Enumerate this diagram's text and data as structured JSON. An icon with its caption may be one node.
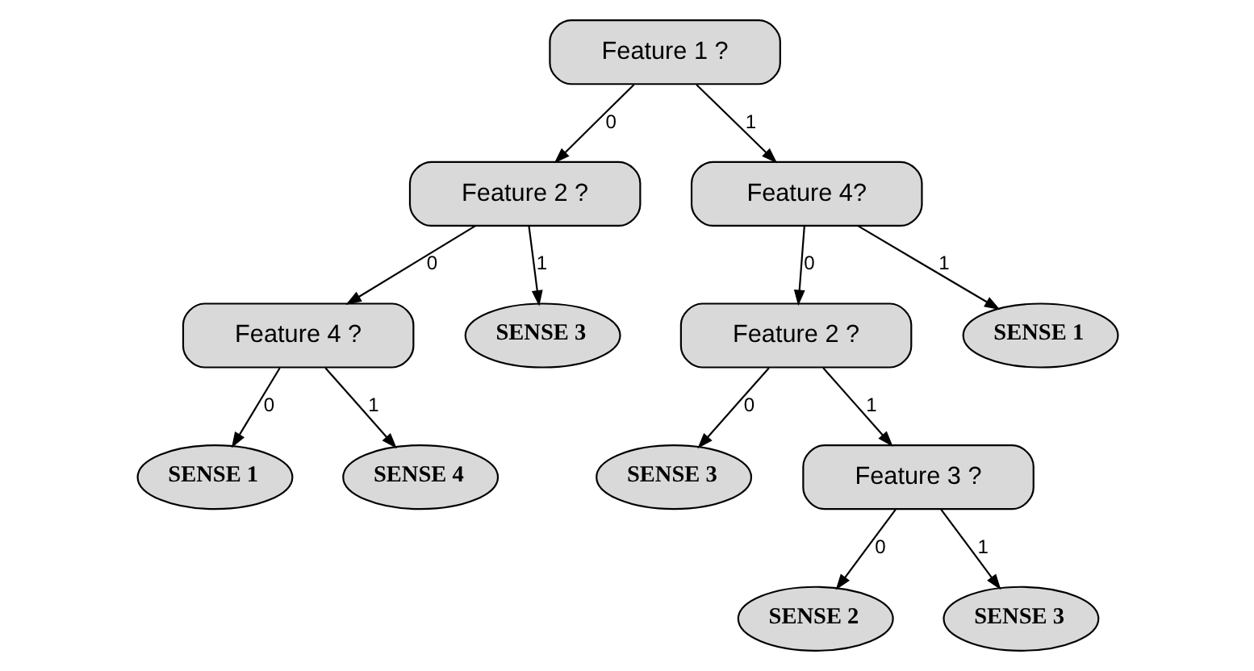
{
  "diagram": {
    "nodes": [
      {
        "text": [
          "Feature 1 ?"
        ]
      },
      {
        "text": [
          "Feature 2 ?"
        ]
      },
      {
        "text": [
          "Feature 4?"
        ]
      },
      {
        "text": [
          "Feature 4 ?"
        ]
      },
      {
        "text": [
          "SENSE 3"
        ]
      },
      {
        "text": [
          "Feature 2 ?"
        ]
      },
      {
        "text": [
          "SENSE 1"
        ]
      },
      {
        "text": [
          "SENSE 1"
        ]
      },
      {
        "text": [
          "SENSE 4"
        ]
      },
      {
        "text": [
          "SENSE 3"
        ]
      },
      {
        "text": [
          "Feature 3 ?"
        ]
      },
      {
        "text": [
          "SENSE 2"
        ]
      },
      {
        "text": [
          "SENSE 3"
        ]
      }
    ],
    "edges": [
      {
        "from": 0,
        "to": 1,
        "arrow": "to",
        "label": "0"
      },
      {
        "from": 0,
        "to": 2,
        "arrow": "to",
        "label": "1"
      },
      {
        "from": 1,
        "to": 3,
        "arrow": "to",
        "label": "0"
      },
      {
        "from": 1,
        "to": 4,
        "arrow": "to",
        "label": "1"
      },
      {
        "from": 2,
        "to": 5,
        "arrow": "to",
        "label": "0"
      },
      {
        "from": 2,
        "to": 6,
        "arrow": "to",
        "label": "1"
      },
      {
        "from": 3,
        "to": 7,
        "arrow": "to",
        "label": "0"
      },
      {
        "from": 3,
        "to": 8,
        "arrow": "to",
        "label": "1"
      },
      {
        "from": 5,
        "to": 9,
        "arrow": "to",
        "label": "0"
      },
      {
        "from": 5,
        "to": 10,
        "arrow": "to",
        "label": "1"
      },
      {
        "from": 10,
        "to": 11,
        "arrow": "to",
        "label": "0"
      },
      {
        "from": 10,
        "to": 12,
        "arrow": "to",
        "label": "1"
      }
    ]
  }
}
